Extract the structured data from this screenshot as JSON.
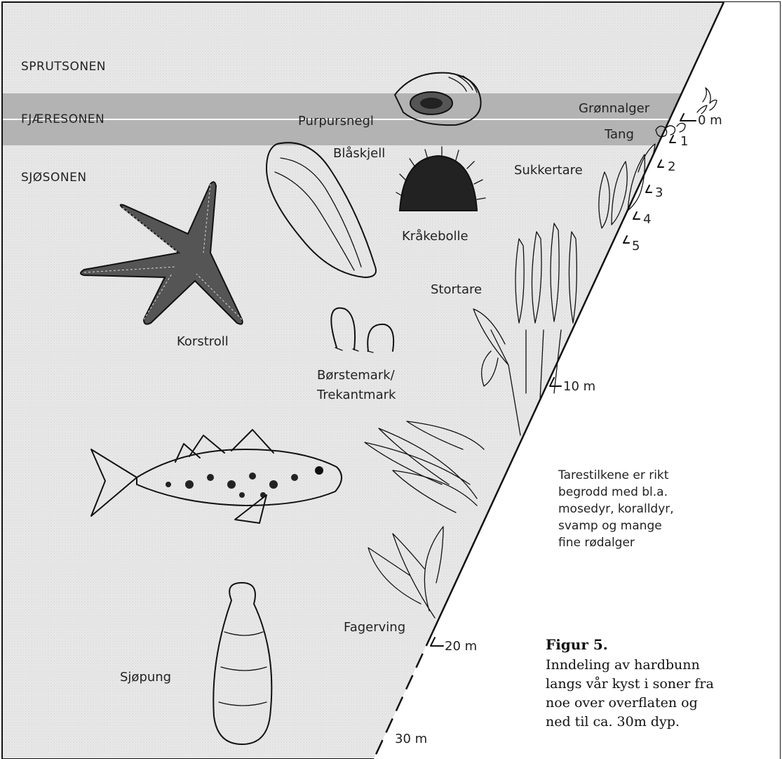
{
  "zones": {
    "spray": "SPRUTSONEN",
    "intertidal": "FJÆRESONEN",
    "subtidal": "SJØSONEN"
  },
  "organisms": {
    "purple_snail": "Purpursnegl",
    "green_algae": "Grønnalger",
    "wrack": "Tang",
    "blue_mussel": "Blåskjell",
    "sugar_kelp": "Sukkertare",
    "sea_urchin": "Kråkebolle",
    "starfish": "Korstroll",
    "kelp": "Stortare",
    "worm_line1": "Børstemark/",
    "worm_line2": "Trekantmark",
    "red_algae": "Fagerving",
    "sea_squirt": "Sjøpung"
  },
  "depths": {
    "d0": "0 m",
    "d1": "1",
    "d2": "2",
    "d3": "3",
    "d4": "4",
    "d5": "5",
    "d10": "10 m",
    "d20": "20 m",
    "d30": "30 m"
  },
  "note": {
    "line1": "Tarestilkene er rikt",
    "line2": "begrodd med bl.a.",
    "line3": "mosedyr, koralldyr,",
    "line4": "svamp og mange",
    "line5": "fine rødalger"
  },
  "caption": {
    "title": "Figur 5.",
    "line1": "Inndeling av hardbunn",
    "line2": "langs vår kyst i soner fra",
    "line3": "noe over overflaten og",
    "line4": "ned til ca. 30m dyp."
  },
  "colors": {
    "background": "#e8e8e8",
    "intertidal_band": "#b3b3b3",
    "ink": "#111111"
  }
}
